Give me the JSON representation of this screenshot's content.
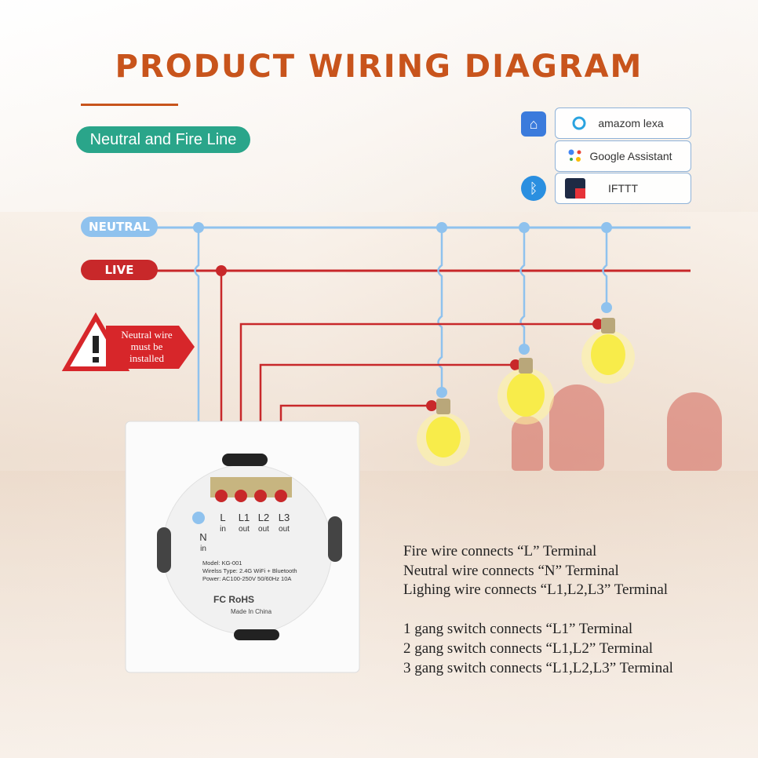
{
  "title": "PRODUCT WIRING DIAGRAM",
  "subtitle_pill": "Neutral and Fire Line",
  "services": [
    {
      "label": "amazom lexa",
      "icon": "alexa-ring-icon"
    },
    {
      "label": "Google Assistant",
      "icon": "google-assistant-dots-icon"
    },
    {
      "label": "IFTTT",
      "icon": "ifttt-icon"
    }
  ],
  "side_icons": [
    "smart-home-app-icon",
    "bluetooth-icon"
  ],
  "lines": {
    "neutral": "NEUTRAL",
    "live": "LIVE"
  },
  "colors": {
    "title": "#c8541c",
    "neutral": "#8fc2ee",
    "live": "#c8282a",
    "pill_green": "#2aa58a",
    "warning": "#d7262a"
  },
  "warning": {
    "line1": "Neutral wire",
    "line2": "must be",
    "line3": "installed"
  },
  "terminals": [
    {
      "name": "L",
      "sub": "in"
    },
    {
      "name": "L1",
      "sub": "out"
    },
    {
      "name": "L2",
      "sub": "out"
    },
    {
      "name": "L3",
      "sub": "out"
    },
    {
      "name": "N",
      "sub": "in"
    }
  ],
  "switch_label": {
    "model": "Model: KG-001",
    "wireless": "Wirelss Type: 2.4G WiFi + Bluetooth",
    "power": "Power: AC100-250V 50/60Hz 10A",
    "cert": "FC RoHS",
    "made": "Made In China"
  },
  "info_lines": [
    "Fire wire connects “L” Terminal",
    "Neutral wire connects “N” Terminal",
    "Lighing wire connects “L1,L2,L3” Terminal",
    "1 gang switch connects “L1” Terminal",
    "2 gang switch connects “L1,L2” Terminal",
    "3 gang switch connects “L1,L2,L3” Terminal"
  ]
}
